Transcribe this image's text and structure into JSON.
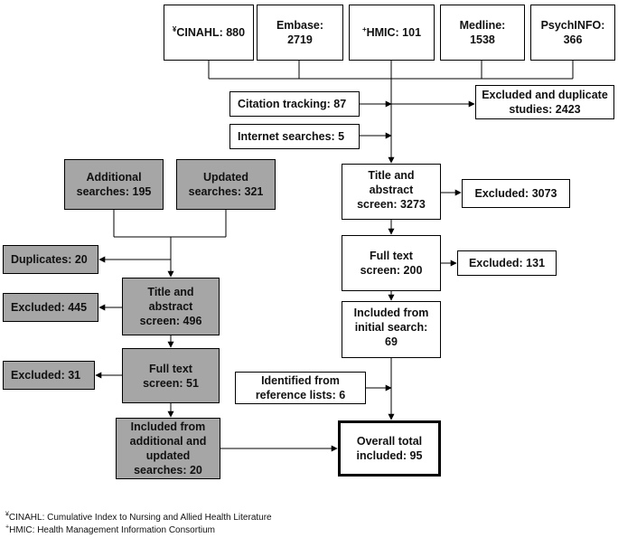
{
  "databases": [
    {
      "sup": "¥",
      "label": "CINAHL: 880"
    },
    {
      "sup": "",
      "label": "Embase:\n2719"
    },
    {
      "sup": "+",
      "label": "HMIC: 101"
    },
    {
      "sup": "",
      "label": "Medline:\n1538"
    },
    {
      "sup": "",
      "label": "PsychINFO:\n366"
    }
  ],
  "main_flow": {
    "citation_tracking": "Citation tracking: 87",
    "excluded_duplicate": "Excluded and duplicate\nstudies: 2423",
    "internet_searches": "Internet searches: 5",
    "title_abstract": "Title and\nabstract\nscreen: 3273",
    "excluded_title": "Excluded: 3073",
    "full_text": "Full text\nscreen: 200",
    "excluded_full": "Excluded: 131",
    "included_initial": "Included from\ninitial search:\n69",
    "reference_lists": "Identified from\nreference lists: 6",
    "overall_total": "Overall total\nincluded: 95"
  },
  "side_flow": {
    "additional": "Additional\nsearches: 195",
    "updated": "Updated\nsearches: 321",
    "duplicates": "Duplicates: 20",
    "title_abstract": "Title and\nabstract\nscreen: 496",
    "excluded_title": "Excluded: 445",
    "full_text": "Full text\nscreen: 51",
    "excluded_full": "Excluded: 31",
    "included": "Included from\nadditional and\nupdated\nsearches: 20"
  },
  "footnotes": [
    {
      "sup": "¥",
      "text": "CINAHL: Cumulative Index to Nursing and Allied Health Literature"
    },
    {
      "sup": "+",
      "text": "HMIC: Health Management Information Consortium"
    }
  ],
  "colors": {
    "gray_box": "#a6a6a6",
    "line": "#000000"
  }
}
